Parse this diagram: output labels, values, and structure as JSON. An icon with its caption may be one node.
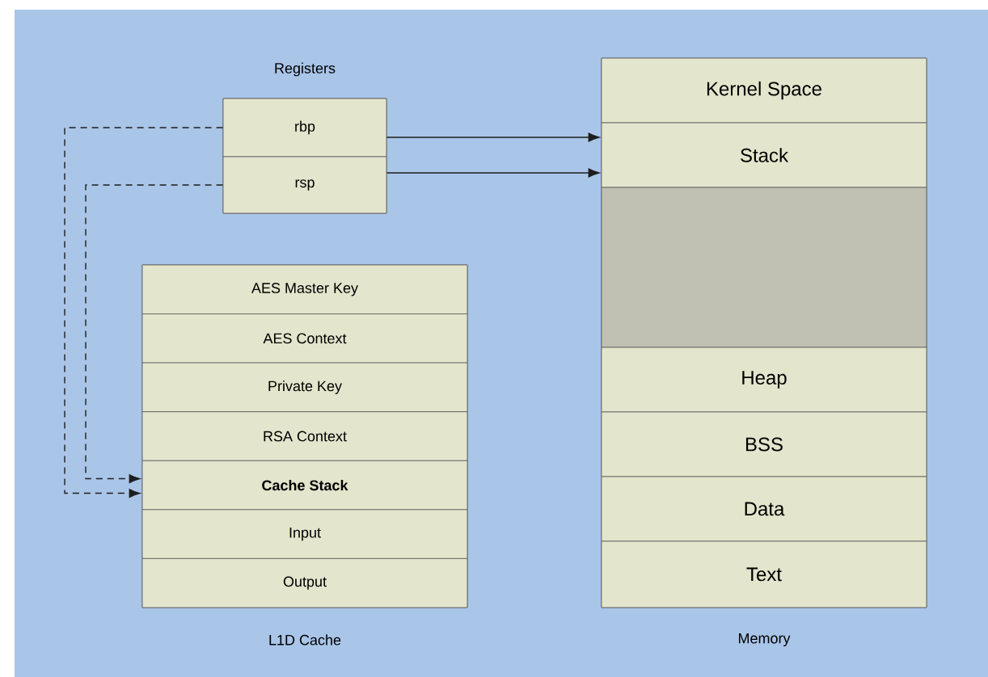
{
  "diagram": {
    "nodes": [
      {
        "text": [
          "Registers"
        ]
      },
      {
        "text": [
          "rbp"
        ],
        "in": 0
      },
      {
        "text": [
          "rsp"
        ],
        "in": 0
      },
      {
        "text": [
          "L1D Cache"
        ]
      },
      {
        "text": [
          "AES Master Key"
        ],
        "in": 3
      },
      {
        "text": [
          "AES Context"
        ],
        "in": 3
      },
      {
        "text": [
          "Private Key"
        ],
        "in": 3
      },
      {
        "text": [
          "RSA Context"
        ],
        "in": 3
      },
      {
        "text": [
          "**Cache Stack**"
        ],
        "in": 3
      },
      {
        "text": [
          "Input"
        ],
        "in": 3
      },
      {
        "text": [
          "Output"
        ],
        "in": 3
      },
      {
        "text": [
          "Memory"
        ]
      },
      {
        "text": [
          "Kernel Space"
        ],
        "in": 11
      },
      {
        "text": [
          "Stack"
        ],
        "in": 11
      },
      {
        "text": [],
        "shape": "box",
        "in": 11
      },
      {
        "text": [
          "Heap"
        ],
        "in": 11
      },
      {
        "text": [
          "BSS"
        ],
        "in": 11
      },
      {
        "text": [
          "Data"
        ],
        "in": 11
      },
      {
        "text": [
          "Text"
        ],
        "in": 11
      }
    ],
    "edges": [
      {
        "from": 1,
        "to": 13,
        "arrow": "to"
      },
      {
        "from": 2,
        "to": 13,
        "arrow": "to"
      },
      {
        "from": 1,
        "to": 8,
        "arrow": "to",
        "style": "dashed"
      },
      {
        "from": 2,
        "to": 8,
        "arrow": "to",
        "style": "dashed"
      }
    ]
  }
}
